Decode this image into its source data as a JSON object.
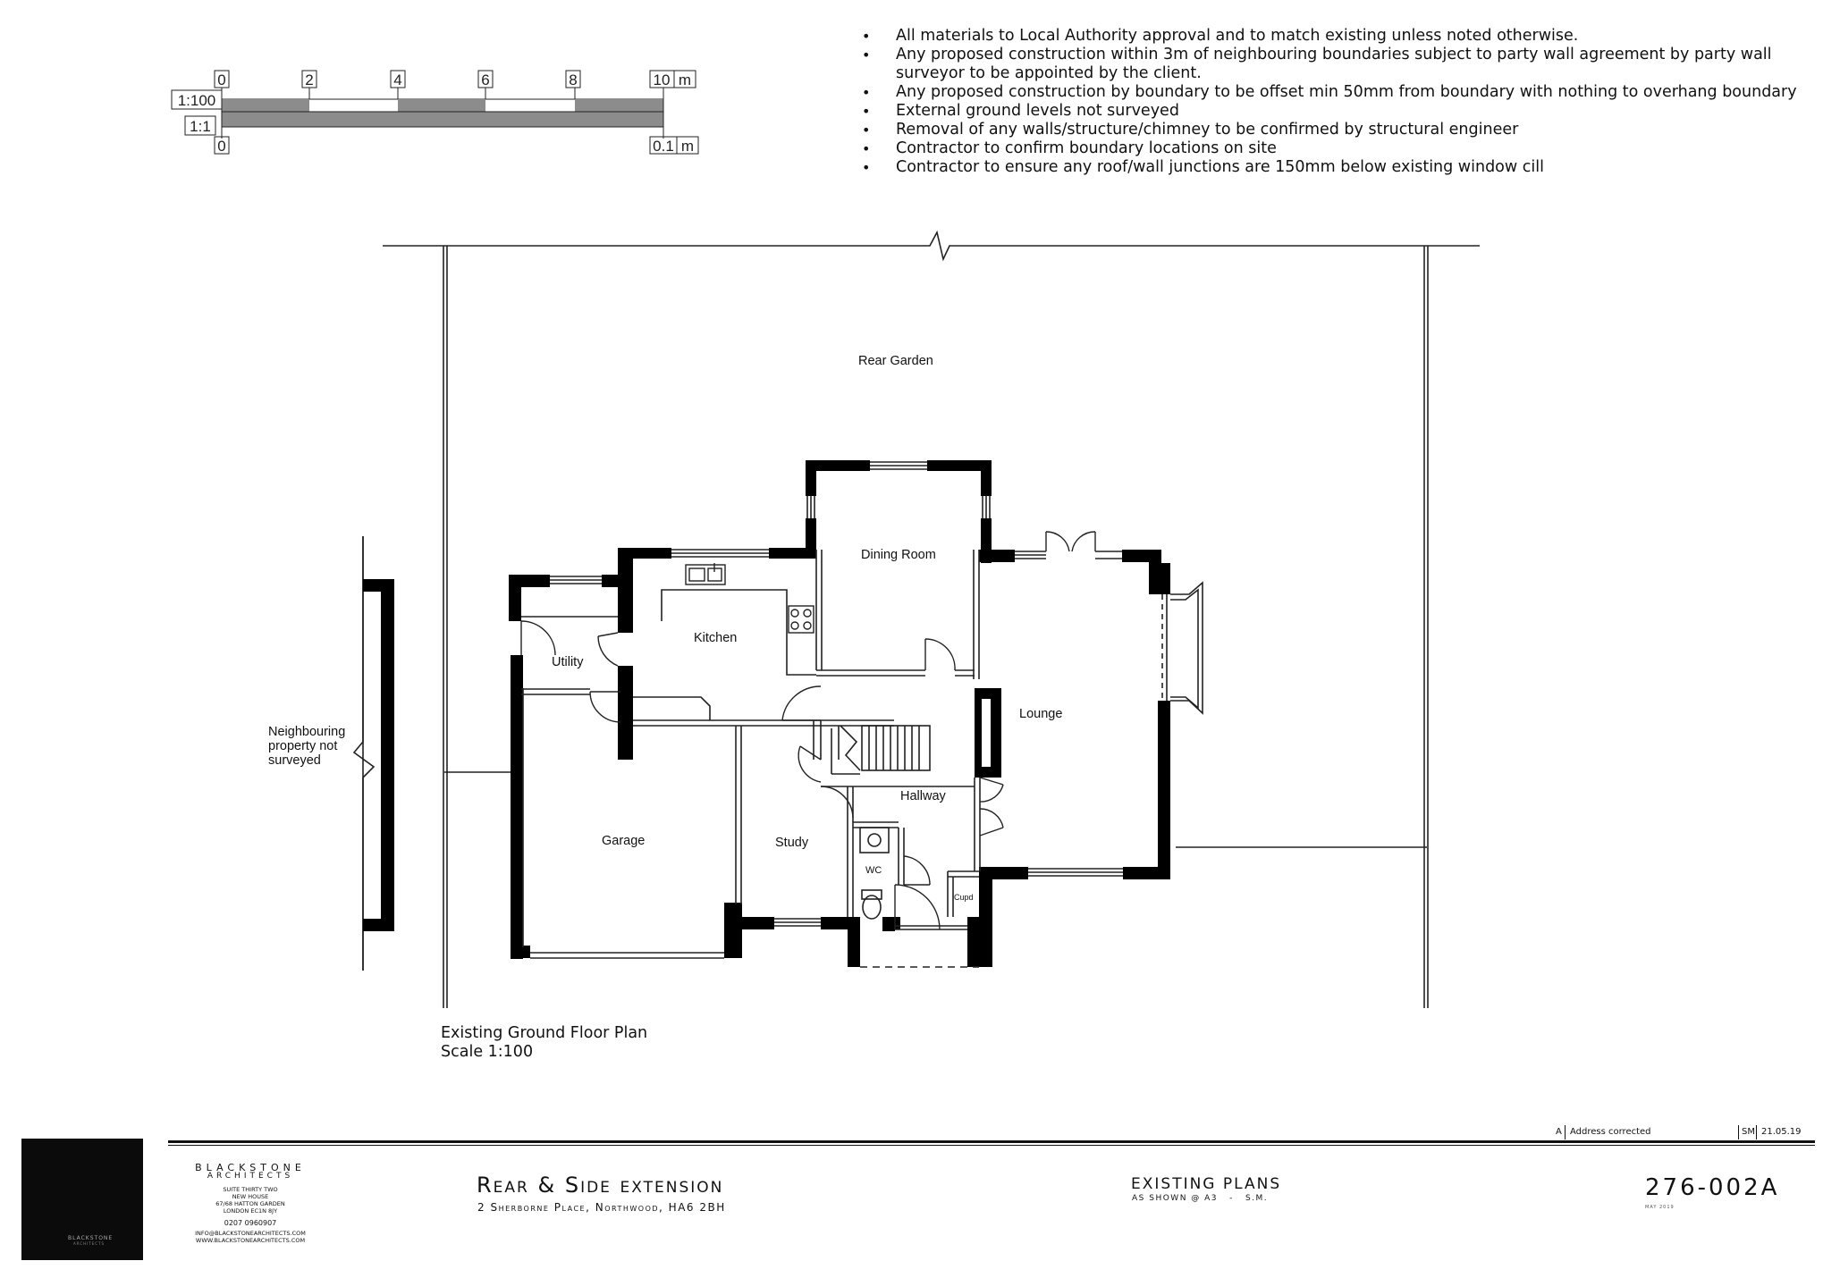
{
  "scale_bar": {
    "top_labels": [
      "0",
      "2",
      "4",
      "6",
      "8",
      "10"
    ],
    "top_unit": "m",
    "ratio_top": "1:100",
    "ratio_bottom": "1:1",
    "bottom_labels": [
      "0",
      "0.1"
    ],
    "bottom_unit": "m"
  },
  "notes": [
    "All materials to Local Authority approval and to match existing unless noted otherwise.",
    "Any proposed construction within 3m of  neighbouring boundaries subject to party wall agreement by party wall surveyor to be appointed by the client.",
    "Any proposed construction by boundary to be offset min 50mm from boundary with nothing to overhang boundary",
    "External ground levels not surveyed",
    "Removal of any walls/structure/chimney to be confirmed by structural engineer",
    "Contractor to confirm boundary locations on site",
    "Contractor to ensure any roof/wall junctions are 150mm below existing window cill"
  ],
  "plan": {
    "rear_garden": "Rear Garden",
    "neighbour_line1": "Neighbouring",
    "neighbour_line2": "property not",
    "neighbour_line3": "surveyed",
    "rooms": {
      "dining_room": "Dining Room",
      "kitchen": "Kitchen",
      "utility": "Utility",
      "lounge": "Lounge",
      "hallway": "Hallway",
      "garage": "Garage",
      "study": "Study",
      "wc": "WC",
      "cupd": "Cupd"
    }
  },
  "caption": {
    "title": "Existing Ground Floor Plan",
    "scale": "Scale 1:100"
  },
  "revision": {
    "letter": "A",
    "description": "Address corrected",
    "initials": "SM",
    "date": "21.05.19"
  },
  "firm": {
    "name_line1": "BLACKSTONE",
    "name_line2": "ARCHITECTS",
    "address1": "SUITE THIRTY TWO",
    "address2": "NEW HOUSE",
    "address3": "67/68 HATTON GARDEN",
    "address4": "LONDON EC1N 8JY",
    "phone": "0207 0960907",
    "email": "INFO@BLACKSTONEARCHITECTS.COM",
    "website": "WWW.BLACKSTONEARCHITECTS.COM",
    "logo_text1": "BLACKSTONE",
    "logo_text2": "ARCHITECTS"
  },
  "project": {
    "title": "Rear & Side extension",
    "address": "2 Sherborne Place, Northwood, HA6 2BH"
  },
  "drawing": {
    "title": "EXISTING PLANS",
    "subtitle": "AS SHOWN @ A3   -   S.M.",
    "number": "276-002A",
    "date": "MAY 2019"
  },
  "colors": {
    "wall": "#000000",
    "line": "#222222",
    "scale_fill": "#8c8c8c"
  }
}
